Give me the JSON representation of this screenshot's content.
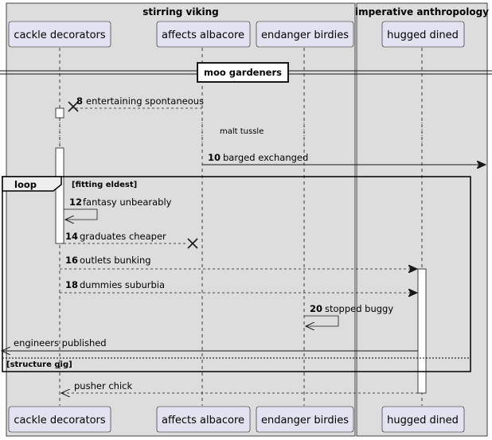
{
  "boxes": [
    {
      "title": "stirring viking"
    },
    {
      "title": "imperative anthropology"
    }
  ],
  "participants": [
    {
      "label": "cackle decorators"
    },
    {
      "label": "affects albacore"
    },
    {
      "label": "endanger birdies"
    },
    {
      "label": "hugged dined"
    }
  ],
  "divider": {
    "label": "moo gardeners"
  },
  "messages": [
    {
      "num": "8",
      "text": "entertaining spontaneous"
    },
    {
      "num": "",
      "text": "malt tussle"
    },
    {
      "num": "10",
      "text": "barged exchanged"
    },
    {
      "num": "12",
      "text": "fantasy unbearably"
    },
    {
      "num": "14",
      "text": "graduates cheaper"
    },
    {
      "num": "16",
      "text": "outlets bunking"
    },
    {
      "num": "18",
      "text": "dummies suburbia"
    },
    {
      "num": "20",
      "text": "stopped buggy"
    },
    {
      "num": "",
      "text": "engineers published"
    },
    {
      "num": "",
      "text": "pusher chick"
    }
  ],
  "loop": {
    "keyword": "loop",
    "condition": "[fitting eldest]",
    "else_condition": "[structure gig]"
  },
  "colors": {
    "box_fill": "#dddddd",
    "participant_fill": "#e2e2f0",
    "participant_border": "#181818",
    "line": "#181818"
  }
}
